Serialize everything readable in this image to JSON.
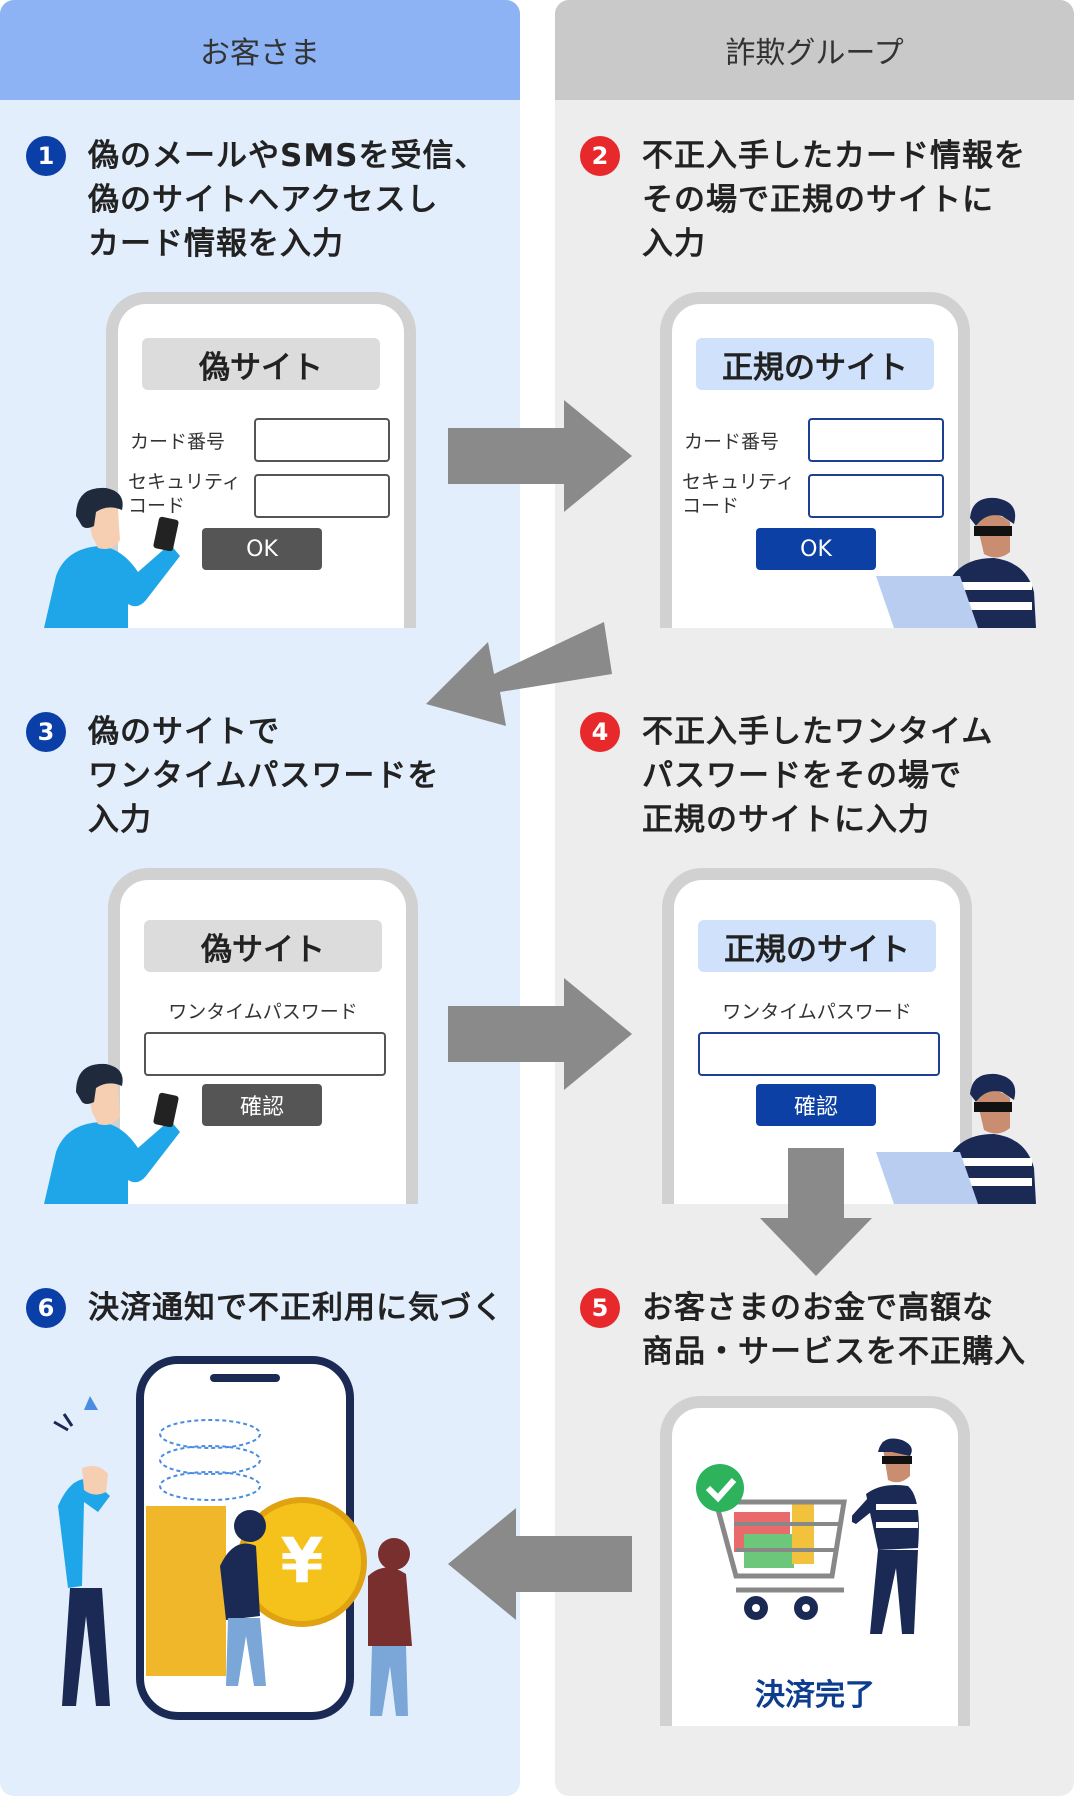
{
  "columns": {
    "customer": "お客さま",
    "fraud": "詐欺グループ"
  },
  "steps": [
    {
      "num": "1",
      "text": "偽のメールやSMSを受信、\n偽のサイトへアクセスし\nカード情報を入力"
    },
    {
      "num": "2",
      "text": "不正入手したカード情報を\nその場で正規のサイトに\n入力"
    },
    {
      "num": "3",
      "text": "偽のサイトで\nワンタイムパスワードを\n入力"
    },
    {
      "num": "4",
      "text": "不正入手したワンタイム\nパスワードをその場で\n正規のサイトに入力"
    },
    {
      "num": "5",
      "text": "お客さまのお金で高額な\n商品・サービスを不正購入"
    },
    {
      "num": "6",
      "text": "決済通知で不正利用に気づく"
    }
  ],
  "phones": {
    "fake_title": "偽サイト",
    "real_title": "正規のサイト",
    "card_number": "カード番号",
    "security_code": "セキュリティ\nコード",
    "ok": "OK",
    "otp": "ワンタイムパスワード",
    "confirm": "確認",
    "payment_done": "決済完了"
  },
  "colors": {
    "customer_header": "#8db3f4",
    "customer_bg": "#e3eefc",
    "fraud_header": "#c9c9c9",
    "fraud_bg": "#ededed",
    "step_blue": "#0b3fa8",
    "step_red": "#e7292b",
    "real_button": "#0c40a4",
    "fake_button": "#555555",
    "arrow": "#8a8a8a"
  }
}
